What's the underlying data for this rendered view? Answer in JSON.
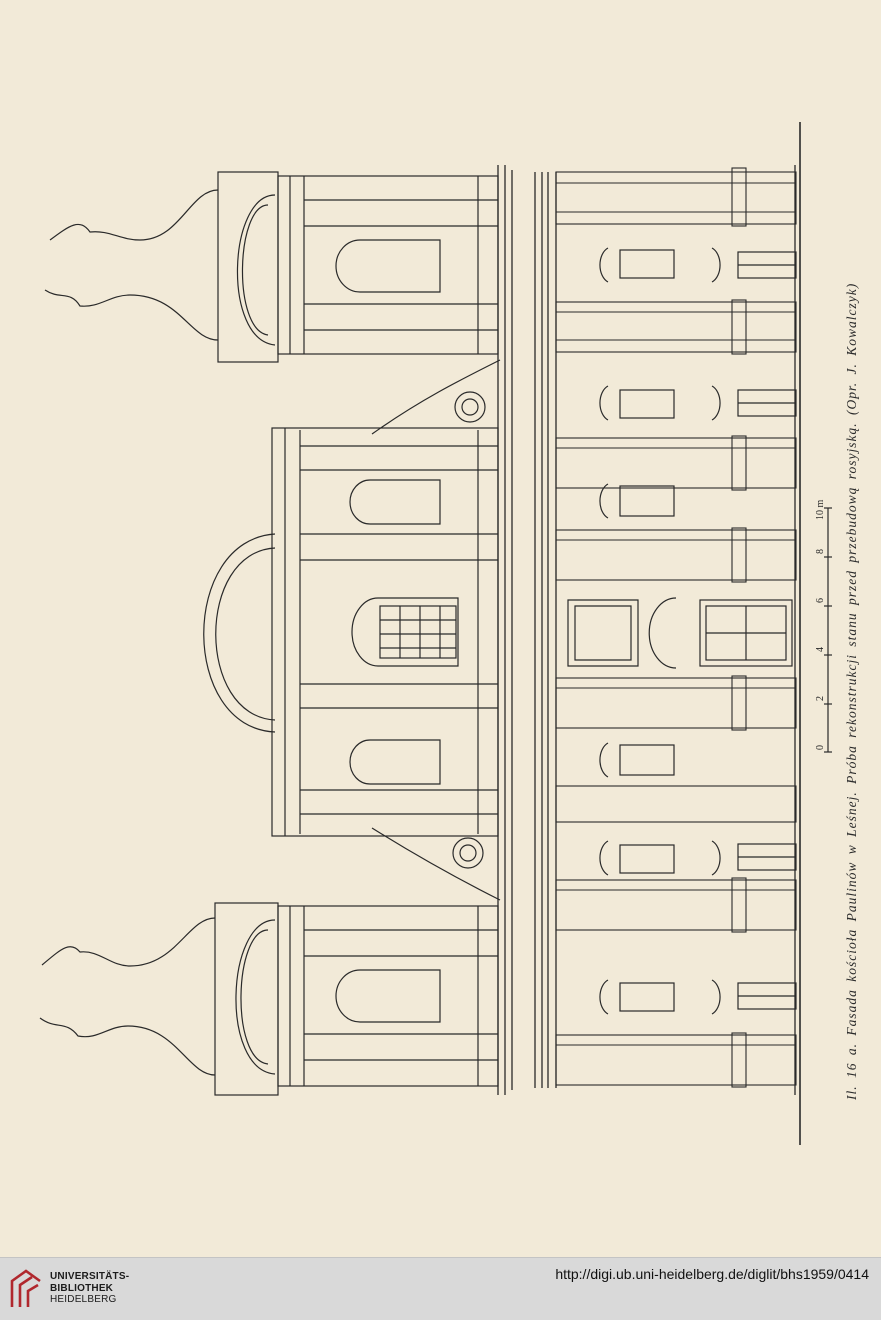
{
  "caption": "Il. 16 a.  Fasada kościoła Paulinów w Leśnej. Próba  rekonstrukcji stanu przed przebudową rosyjską. (Opr. J. Kowalczyk)",
  "scale": {
    "ticks": [
      "0",
      "2",
      "4",
      "6",
      "8",
      "10 m"
    ]
  },
  "footer": {
    "institution_line1": "UNIVERSITÄTS-",
    "institution_line2": "BIBLIOTHEK",
    "institution_line3": "HEIDELBERG",
    "url": "http://digi.ub.uni-heidelberg.de/diglit/bhs1959/0414"
  },
  "colors": {
    "paper": "#f2ead8",
    "ink": "#2a2a2a",
    "footer_bar": "#d9d9d9",
    "logo_red": "#b0272d"
  }
}
